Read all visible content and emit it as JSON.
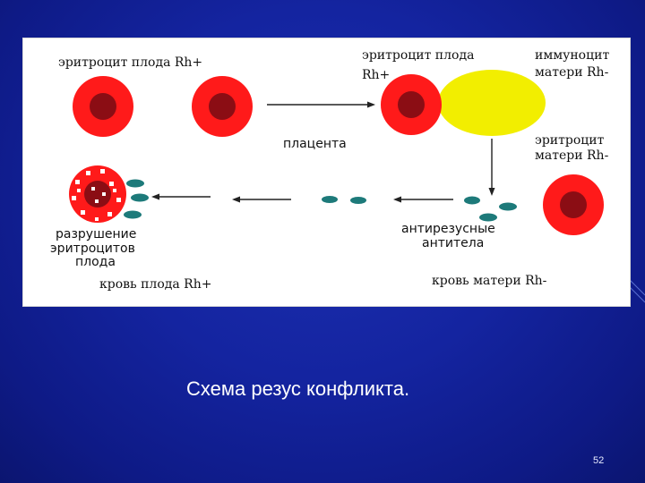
{
  "figure": {
    "labels": {
      "fetal_erythrocyte_rh_pos": "эритроцит плода Rh+",
      "fetal_erythrocyte_top": "эритроцит плода",
      "fetal_erythrocyte_rh": "Rh+",
      "immunocyte_top": "иммуноцит",
      "immunocyte_bottom": "матери Rh-",
      "placenta": "плацента",
      "maternal_erythrocyte_top": "эритроцит",
      "maternal_erythrocyte_bottom": "матери Rh-",
      "antibodies_top": "антирезусные",
      "antibodies_bottom": "антитела",
      "destruction_line1": "разрушение",
      "destruction_line2": "эритроцитов",
      "destruction_line3": "плода",
      "fetal_blood": "кровь плода Rh+",
      "maternal_blood": "кровь матери Rh-"
    },
    "colors": {
      "erythrocyte_outer": "#ff1a1a",
      "erythrocyte_core": "#8b0d14",
      "immunocyte": "#f2ee00",
      "antibody": "#1d7a7a",
      "arrow": "#222222"
    }
  },
  "caption": "Схема резус конфликта.",
  "slide_number": "52"
}
